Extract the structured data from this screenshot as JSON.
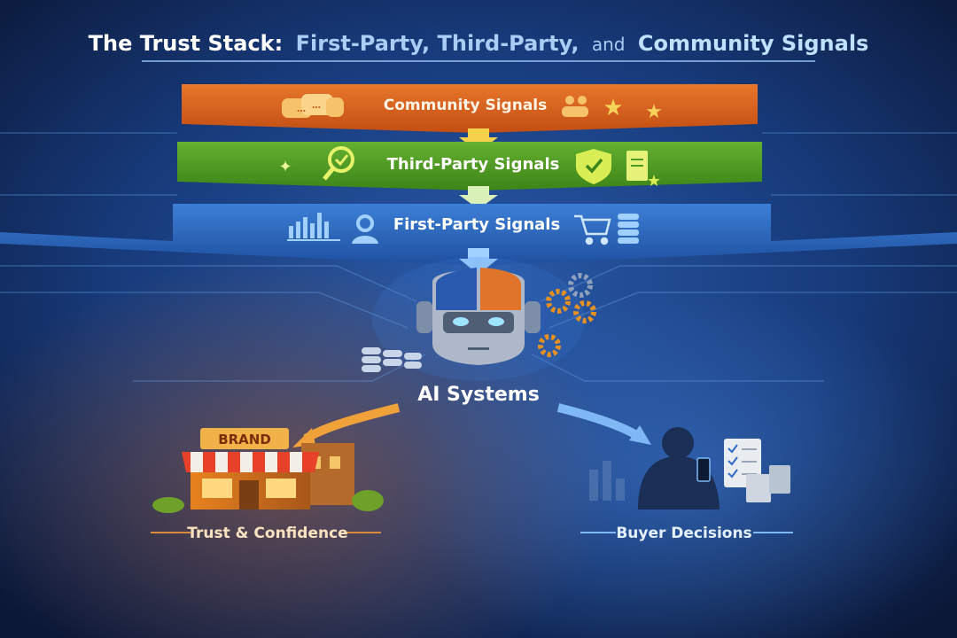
{
  "title": {
    "lead": "The Trust Stack:",
    "rest_part1": "First-Party, Third-Party,",
    "rest_and": "and",
    "rest_part2": "Community Signals"
  },
  "layers": [
    {
      "label": "Community Signals",
      "color": "#d9601c",
      "icons": [
        "chat-bubbles-icon",
        "people-icon",
        "star-icon",
        "star-icon"
      ]
    },
    {
      "label": "Third-Party Signals",
      "color": "#4e9a22",
      "icons": [
        "sparkle-icon",
        "magnifier-check-icon",
        "shield-check-icon",
        "document-star-icon"
      ]
    },
    {
      "label": "First-Party Signals",
      "color": "#2d6bc4",
      "icons": [
        "bar-chart-icon",
        "user-icon",
        "shopping-cart-icon",
        "database-icon"
      ]
    }
  ],
  "ai": {
    "label": "AI Systems",
    "icons": [
      "robot-head-icon",
      "gear-icon",
      "database-icon"
    ]
  },
  "outcomes": {
    "left": {
      "label": "Trust & Confidence",
      "sign": "BRAND",
      "icon": "storefront-icon"
    },
    "right": {
      "label": "Buyer Decisions",
      "icon": "person-phone-icon"
    }
  },
  "colors": {
    "background": "#13306b",
    "orange": "#d9601c",
    "green": "#4e9a22",
    "blue": "#2d6bc4",
    "accent_yellow": "#f5d24a"
  }
}
